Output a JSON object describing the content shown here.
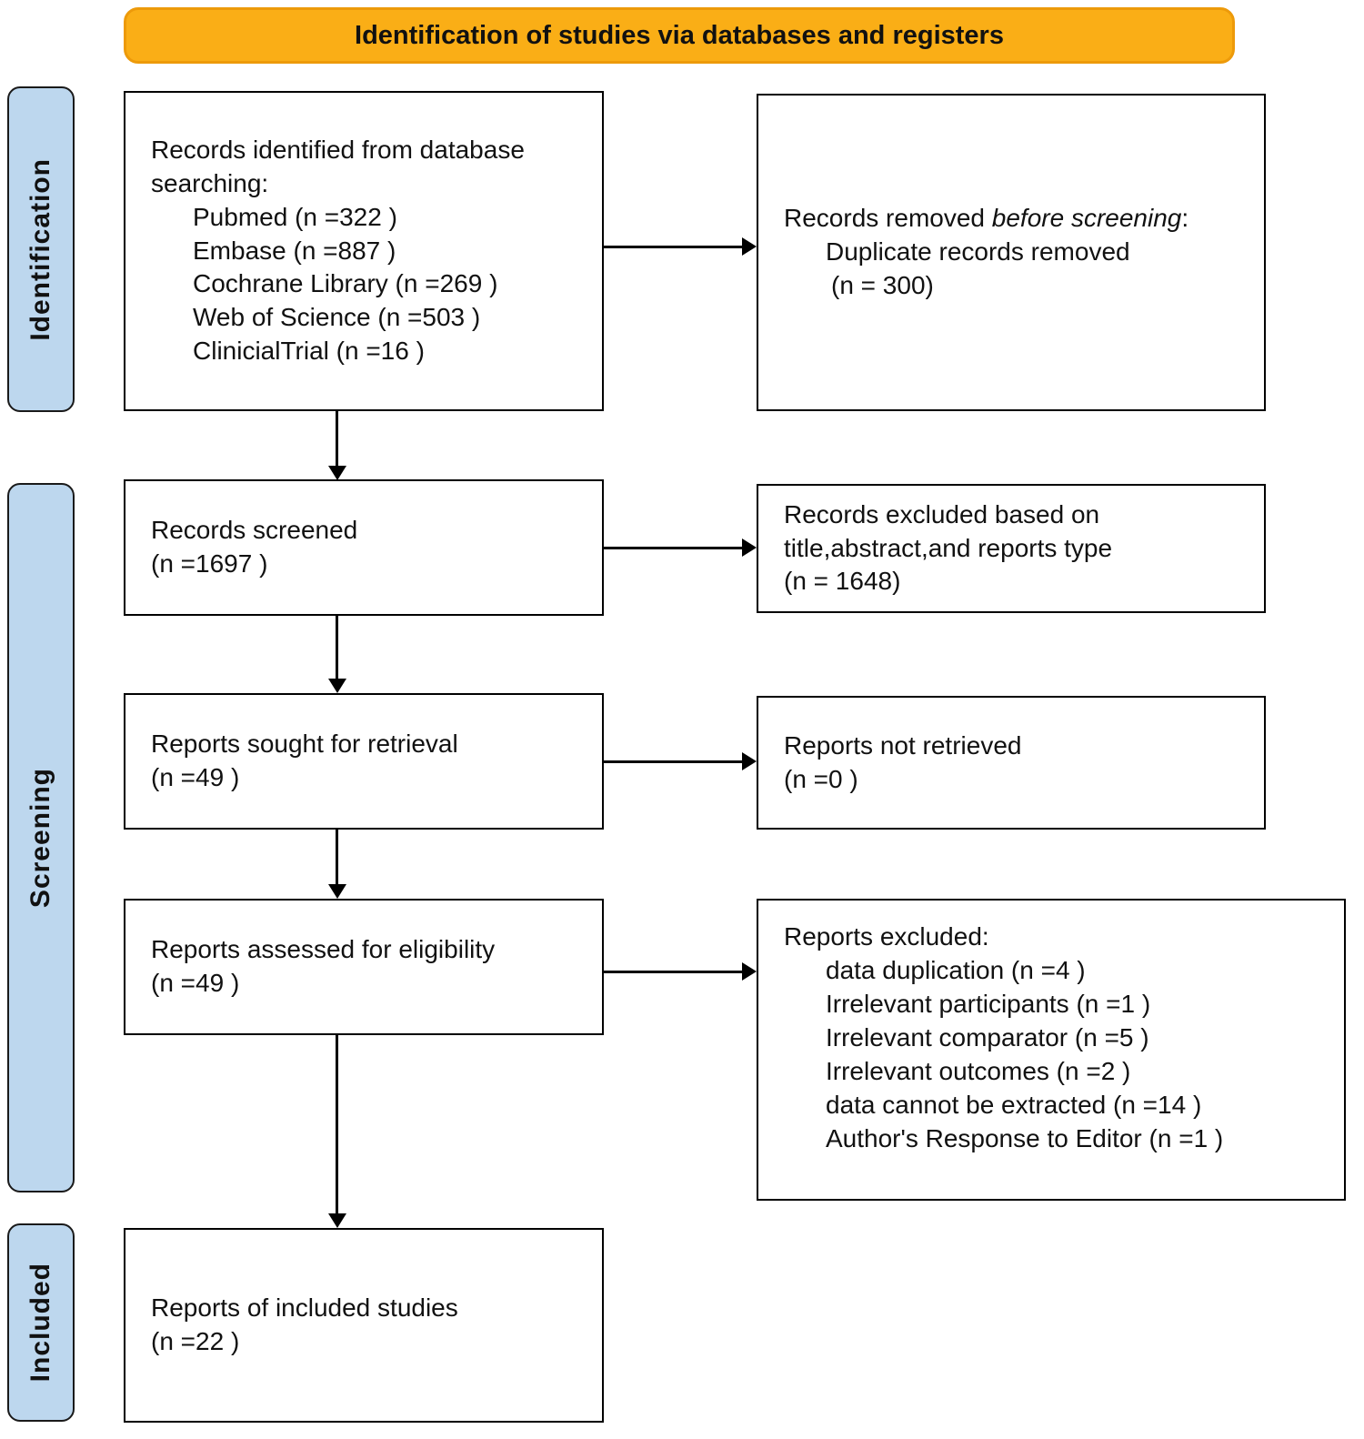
{
  "banner": {
    "title": "Identification of studies via databases and registers"
  },
  "stages": [
    {
      "label": "Identification"
    },
    {
      "label": "Screening"
    },
    {
      "label": "Included"
    }
  ],
  "boxes": {
    "records_identified": {
      "title": "Records identified from database searching:",
      "items": [
        "Pubmed (n =322 )",
        "Embase (n =887 )",
        "Cochrane Library (n =269 )",
        "Web of Science (n =503 )",
        "ClinicialTrial (n =16 )"
      ]
    },
    "records_removed": {
      "prefix": "Records removed ",
      "emphasis": "before screening",
      "suffix": ":",
      "line2": "Duplicate records removed",
      "line3": "(n = 300)"
    },
    "records_screened": {
      "line1": "Records screened",
      "line2": "(n =1697 )"
    },
    "records_excluded": {
      "line1": "Records excluded based on",
      "line2": "title,abstract,and reports type",
      "line3": "(n = 1648)"
    },
    "reports_sought": {
      "line1": "Reports sought for retrieval",
      "line2": "(n =49 )"
    },
    "reports_not_retrieved": {
      "line1": "Reports not retrieved",
      "line2": "(n =0 )"
    },
    "reports_assessed": {
      "line1": "Reports assessed for eligibility",
      "line2": "(n =49 )"
    },
    "reports_excluded": {
      "title": "Reports excluded:",
      "items": [
        "data duplication (n =4 )",
        "Irrelevant participants (n =1 )",
        "Irrelevant comparator (n =5 )",
        "Irrelevant outcomes (n =2 )",
        "data cannot be extracted (n =14 )",
        "Author's Response to Editor (n =1 )"
      ]
    },
    "reports_included": {
      "line1": "Reports of included studies",
      "line2": "(n =22 )"
    }
  },
  "colors": {
    "banner_fill": "#FAAE16",
    "banner_border": "#ED9A0A",
    "stage_fill": "#BDD7EE",
    "stage_border": "#1a1a1a",
    "box_border": "#000000",
    "arrow_color": "#000000"
  }
}
